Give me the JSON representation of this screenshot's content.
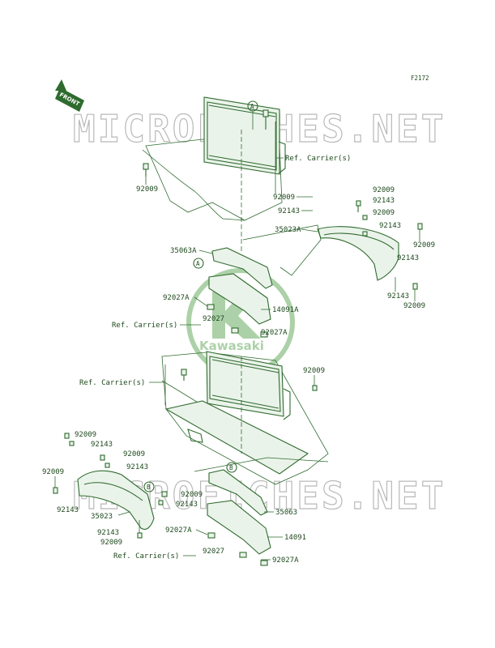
{
  "diagram_code": "F2172",
  "front_badge": "FRONT",
  "watermark_text": "MICROFICHES.NET",
  "logo_text": "Kawasaki",
  "ref_a": "A",
  "ref_b": "B",
  "colors": {
    "line": "#2f6b2f",
    "text": "#1f4a1f",
    "watermark": "#b9b9b9",
    "logo": "#4a9a3f"
  },
  "labels": {
    "ref_carrier": "Ref. Carrier(s)",
    "p92009": "92009",
    "p92143": "92143",
    "p35023A": "35023A",
    "p35063A": "35063A",
    "p92027A": "92027A",
    "p92027": "92027",
    "p14091A": "14091A",
    "p35023": "35023",
    "p35063": "35063",
    "p14091": "14091"
  }
}
